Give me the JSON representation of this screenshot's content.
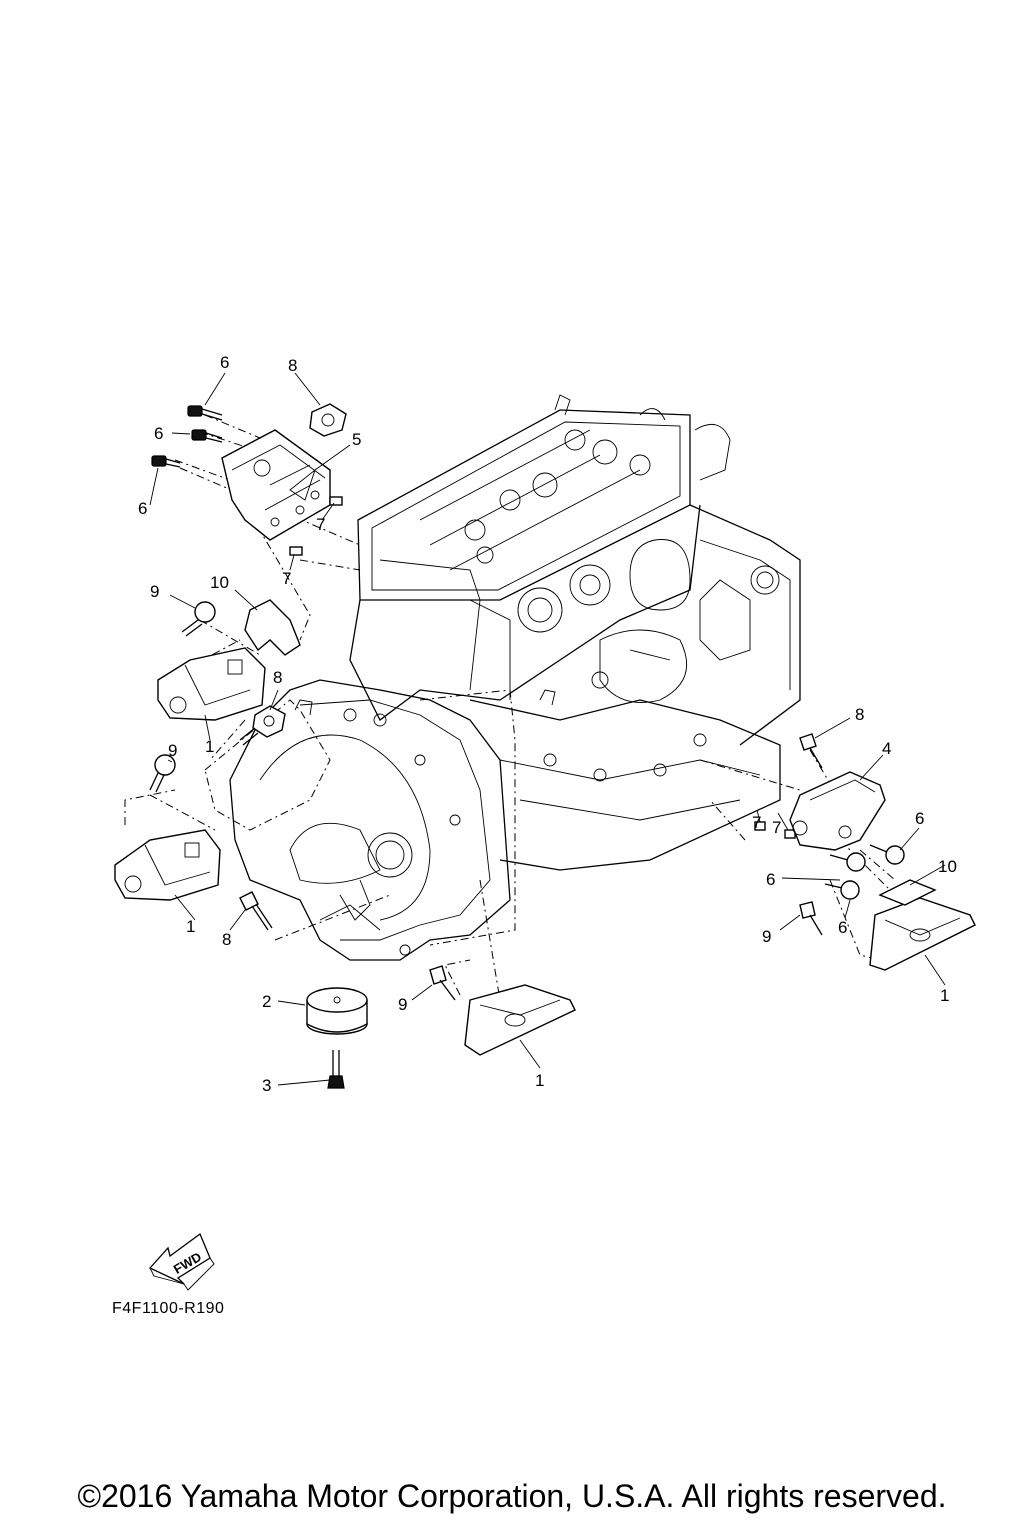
{
  "diagram": {
    "code": "F4F1100-R190",
    "fwd_label": "FWD",
    "copyright": "©2016 Yamaha Motor Corporation, U.S.A. All rights reserved.",
    "callouts": [
      "6",
      "8",
      "6",
      "5",
      "6",
      "7",
      "7",
      "9",
      "10",
      "8",
      "1",
      "9",
      "1",
      "8",
      "2",
      "3",
      "9",
      "1",
      "8",
      "4",
      "7",
      "7",
      "6",
      "6",
      "10",
      "9",
      "6",
      "1"
    ]
  }
}
